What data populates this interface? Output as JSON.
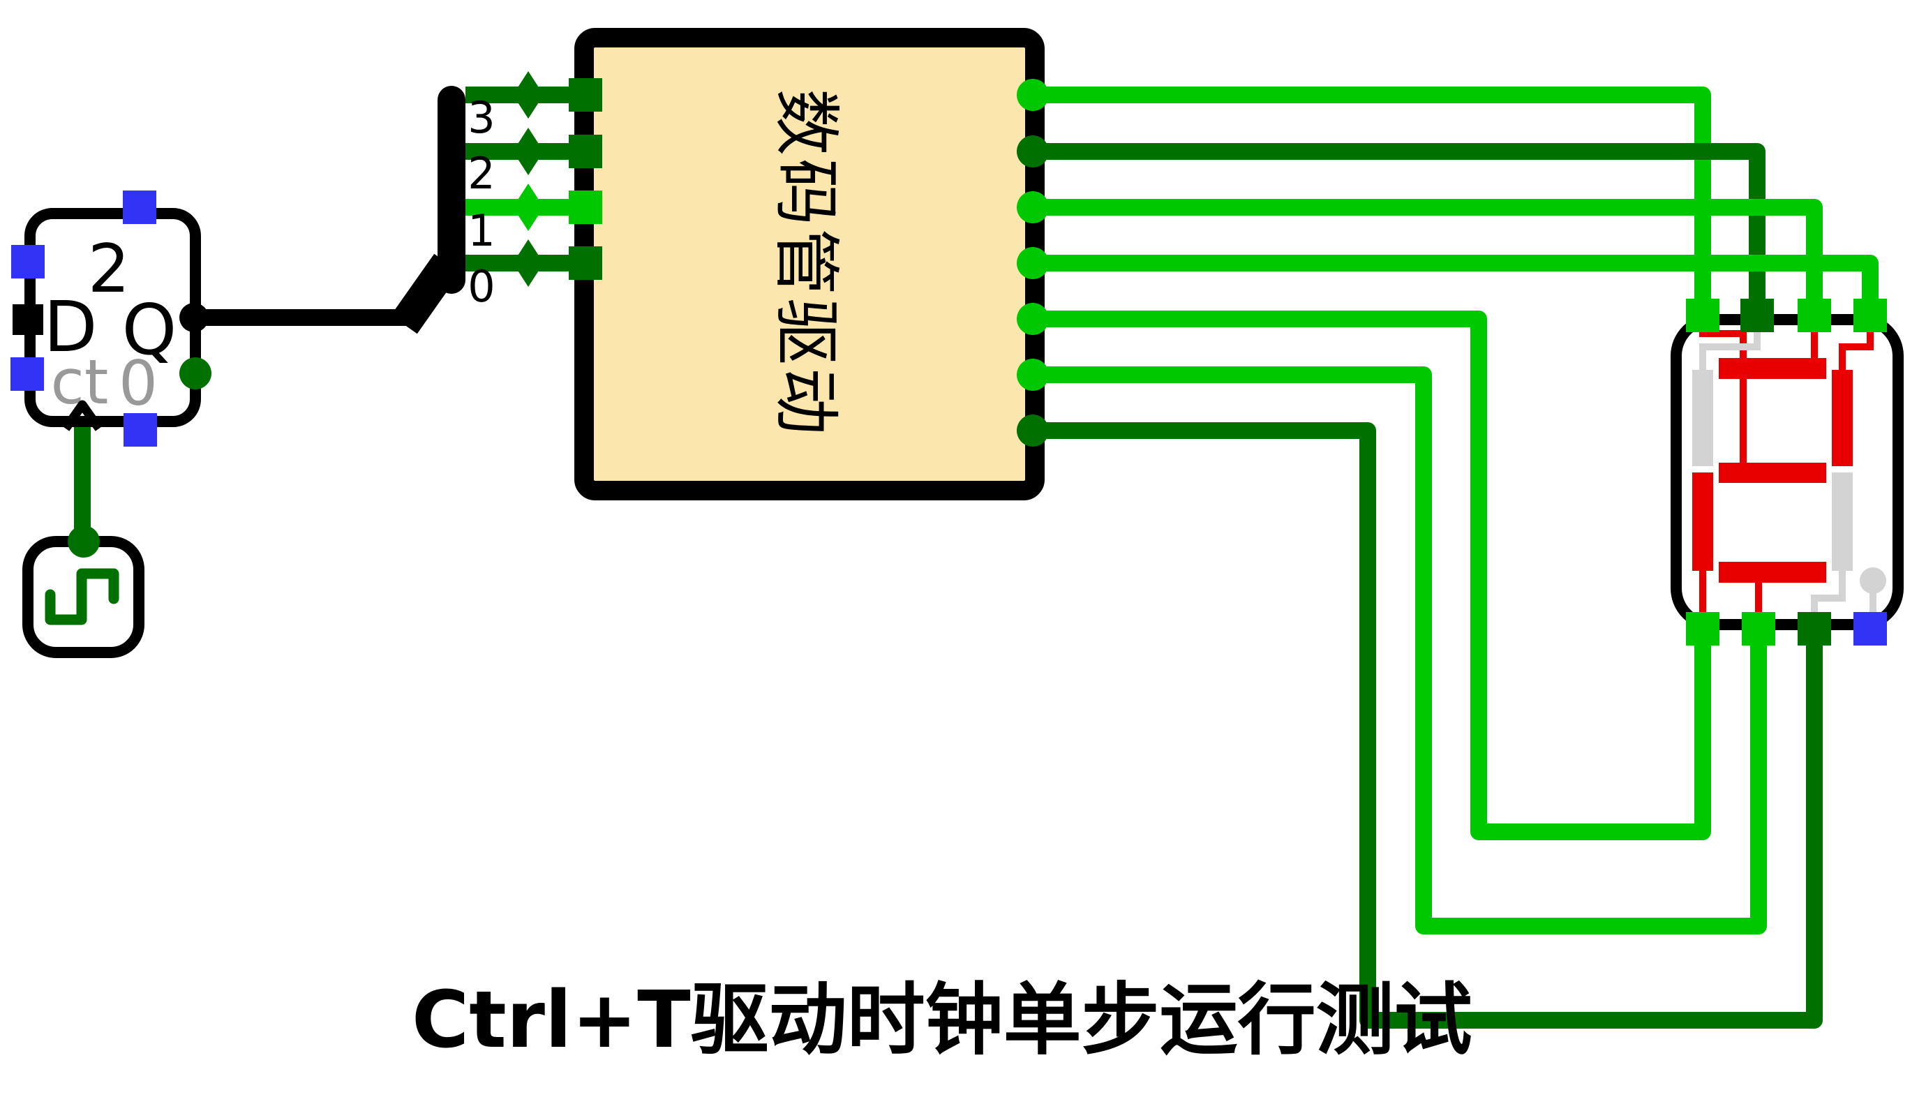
{
  "caption": "Ctrl+T驱动时钟单步运行测试",
  "colors": {
    "high": "#00c800",
    "low": "#007000",
    "unconnected": "#3333f5",
    "bus": "#000000",
    "segment_on": "#e80000",
    "segment_off": "#d3d3d3",
    "component_fill": "#fbe7ad",
    "label_gray": "#999999"
  },
  "register": {
    "bit_width": "2",
    "d_label": "D",
    "q_label": "Q",
    "ct_label": "ct",
    "value": "0",
    "pins": {
      "top": "#3333f5",
      "side_upper": "#3333f5",
      "d_input": "#000000",
      "side_lower": "#3333f5",
      "bottom": "#3333f5",
      "q_dot": "#000000",
      "aux_dot": "#007000"
    }
  },
  "clock": {
    "wire_color": "#007000",
    "dot_color": "#007000",
    "glyph_color": "#007000"
  },
  "bus": {
    "q_wire_color": "#000000"
  },
  "splitter": {
    "bits": [
      {
        "label": "3",
        "color": "#007000"
      },
      {
        "label": "2",
        "color": "#007000"
      },
      {
        "label": "1",
        "color": "#00c800"
      },
      {
        "label": "0",
        "color": "#007000"
      }
    ]
  },
  "driver": {
    "label": "数码管驱动",
    "outputs": [
      {
        "color": "#00c800"
      },
      {
        "color": "#007000"
      },
      {
        "color": "#00c800"
      },
      {
        "color": "#00c800"
      },
      {
        "color": "#00c800"
      },
      {
        "color": "#00c800"
      },
      {
        "color": "#007000"
      }
    ]
  },
  "display": {
    "value_shown": "2",
    "top_pins": [
      "#00c800",
      "#007000",
      "#00c800",
      "#00c800"
    ],
    "bottom_pins": [
      "#00c800",
      "#00c800",
      "#007000",
      "#3333f5"
    ],
    "segments": {
      "a": {
        "state": "on",
        "color": "#e80000"
      },
      "b": {
        "state": "on",
        "color": "#e80000"
      },
      "c": {
        "state": "off",
        "color": "#d3d3d3"
      },
      "d": {
        "state": "on",
        "color": "#e80000"
      },
      "e": {
        "state": "on",
        "color": "#e80000"
      },
      "f": {
        "state": "off",
        "color": "#d3d3d3"
      },
      "g": {
        "state": "on",
        "color": "#e80000"
      },
      "dp": {
        "state": "off",
        "color": "#d3d3d3"
      }
    }
  }
}
